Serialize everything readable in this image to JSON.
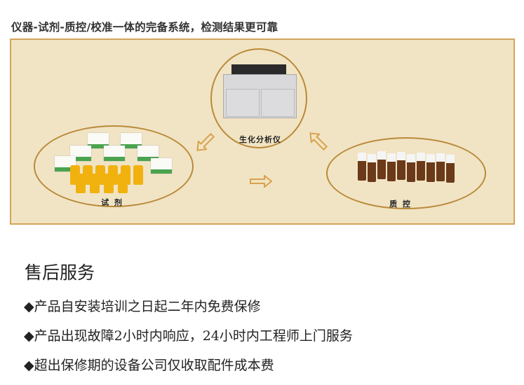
{
  "header": {
    "title": "仪器-试剂-质控/校准一体的完备系统，检测结果更可靠"
  },
  "diagram": {
    "analyzer_label": "生化分析仪",
    "reagent_label": "试 剂",
    "qc_label": "质 控",
    "colors": {
      "panel_bg": "#f1e4c4",
      "border": "#d4a45a",
      "oval": "#b98a3a"
    }
  },
  "service": {
    "title": "售后服务",
    "items": [
      "◆产品自安装培训之日起二年内免费保修",
      "◆产品出现故障2小时内响应，24小时内工程师上门服务",
      "◆超出保修期的设备公司仅收取配件成本费"
    ]
  }
}
